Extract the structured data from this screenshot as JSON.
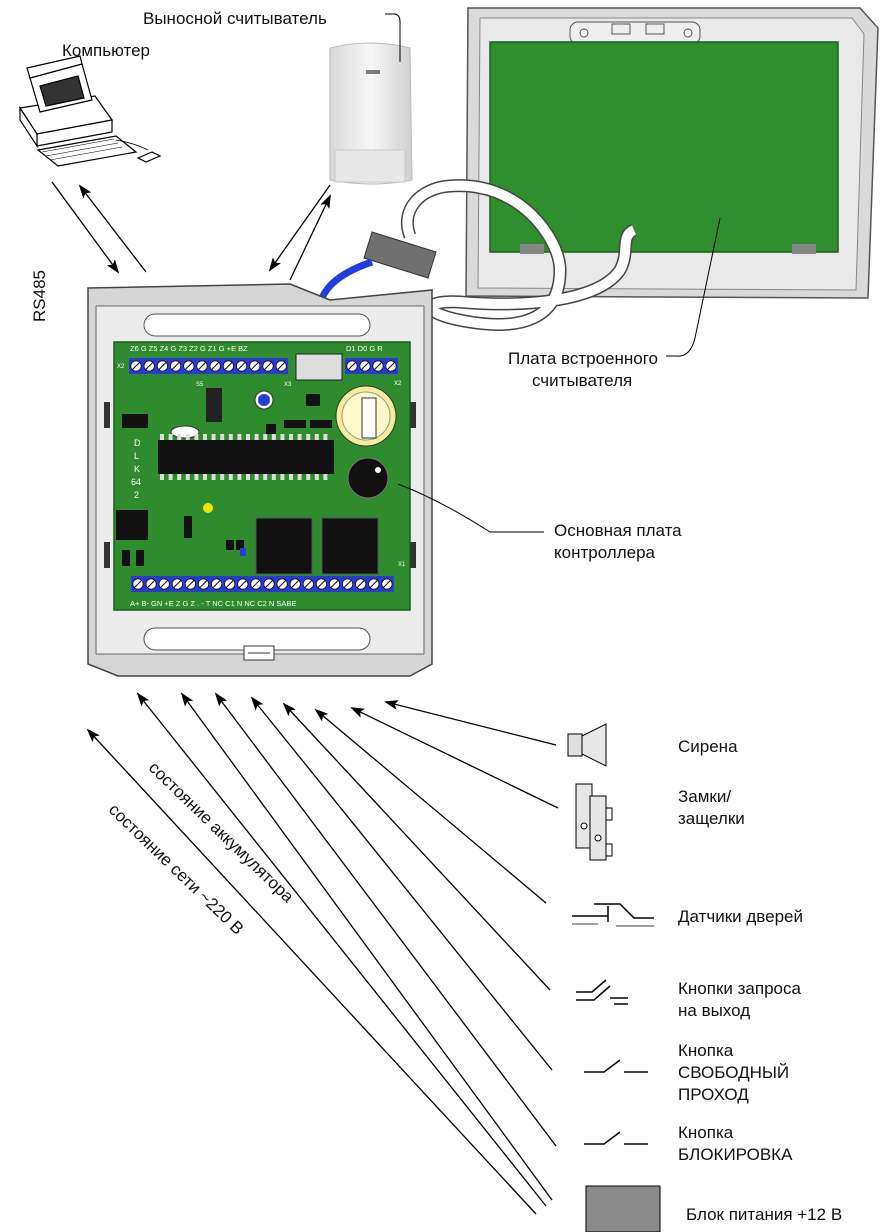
{
  "labels": {
    "computer": "Компьютер",
    "remote_reader": "Выносной считыватель",
    "rs485": "RS485",
    "builtin_reader_board_line1": "Плата встроенного",
    "builtin_reader_board_line2": "считывателя",
    "main_board_line1": "Основная плата",
    "main_board_line2": "контроллера",
    "siren": "Сирена",
    "locks_line1": "Замки/",
    "locks_line2": "защелки",
    "door_sensors": "Датчики дверей",
    "exit_buttons_line1": "Кнопки запроса",
    "exit_buttons_line2": "на выход",
    "free_pass_line1": "Кнопка",
    "free_pass_line2": "СВОБОДНЫЙ",
    "free_pass_line3": "ПРОХОД",
    "block_line1": "Кнопка",
    "block_line2": "БЛОКИРОВКА",
    "power_supply": "Блок питания +12 В",
    "battery_state": "состояние аккумулятора",
    "mains_state": "состояние сети ~220 В"
  },
  "board_marks": {
    "top_terminals": "Z6 G Z5 Z4 G Z3 Z2 G Z1 G +E BZ",
    "top_right_terminals": "D1 D0 G R",
    "bottom_terminals": "A+ B- GN +E Z  G  Z  .  -  T  NC C1  N  NC C2  N  SABE",
    "chip_label": "DLK 64 2",
    "x2": "X2",
    "x3": "X3",
    "s5": "S5",
    "x1": "X1"
  },
  "colors": {
    "board_green": "#2e8b2e",
    "reader_green": "#2f8f2f",
    "arrow_blue": "#1f3ee0",
    "housing_grey": "#d4d4d4",
    "terminal_blue": "#2a3ad6",
    "power_box": "#8a8a8a"
  }
}
